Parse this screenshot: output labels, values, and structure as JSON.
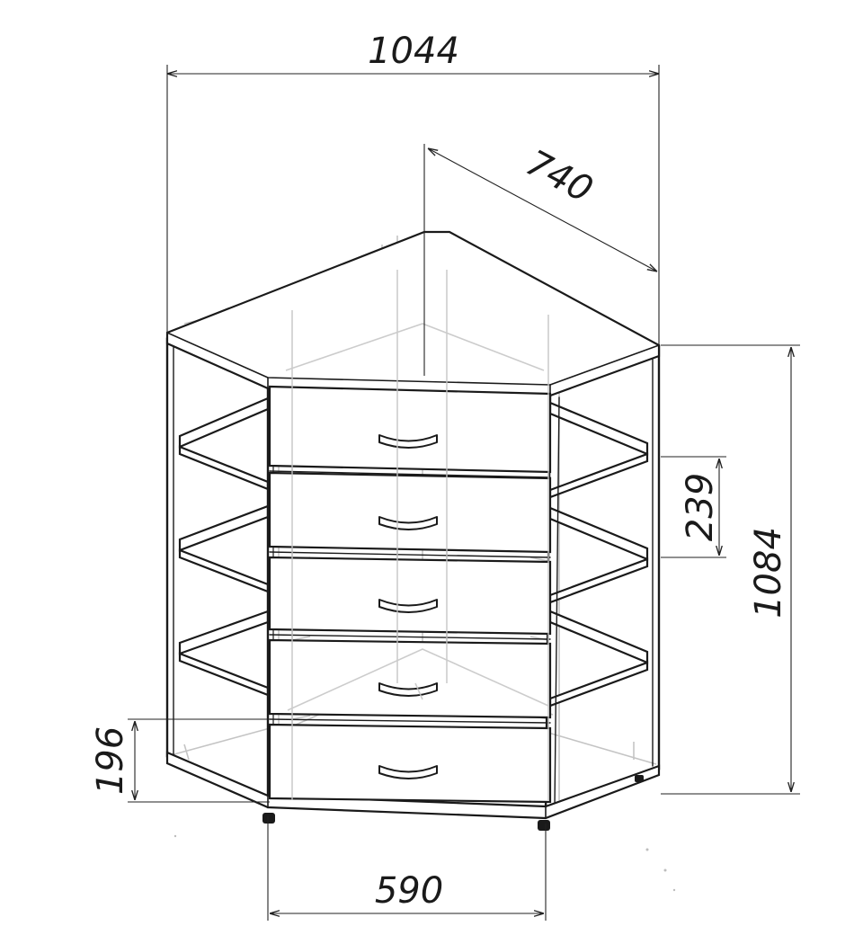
{
  "dimensions": {
    "width": "1044",
    "depth": "740",
    "height": "1084",
    "drawer_height": "239",
    "base_height": "196",
    "front_width": "590"
  }
}
